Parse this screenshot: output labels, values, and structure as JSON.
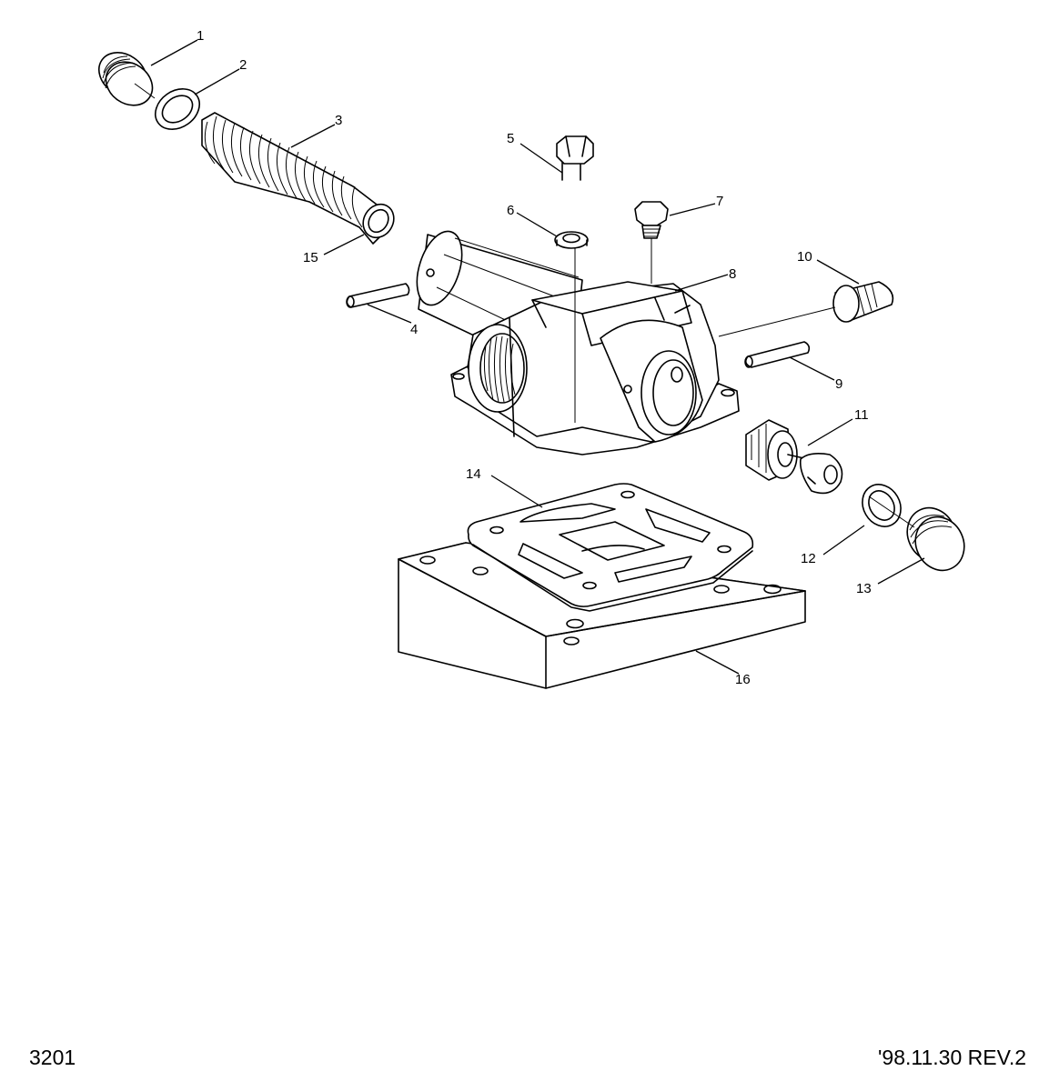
{
  "callouts": [
    "1",
    "2",
    "3",
    "4",
    "5",
    "6",
    "7",
    "8",
    "9",
    "10",
    "11",
    "12",
    "13",
    "14",
    "15",
    "16"
  ],
  "footer": {
    "drawing_number": "3201",
    "revision": "'98.11.30  REV.2"
  }
}
